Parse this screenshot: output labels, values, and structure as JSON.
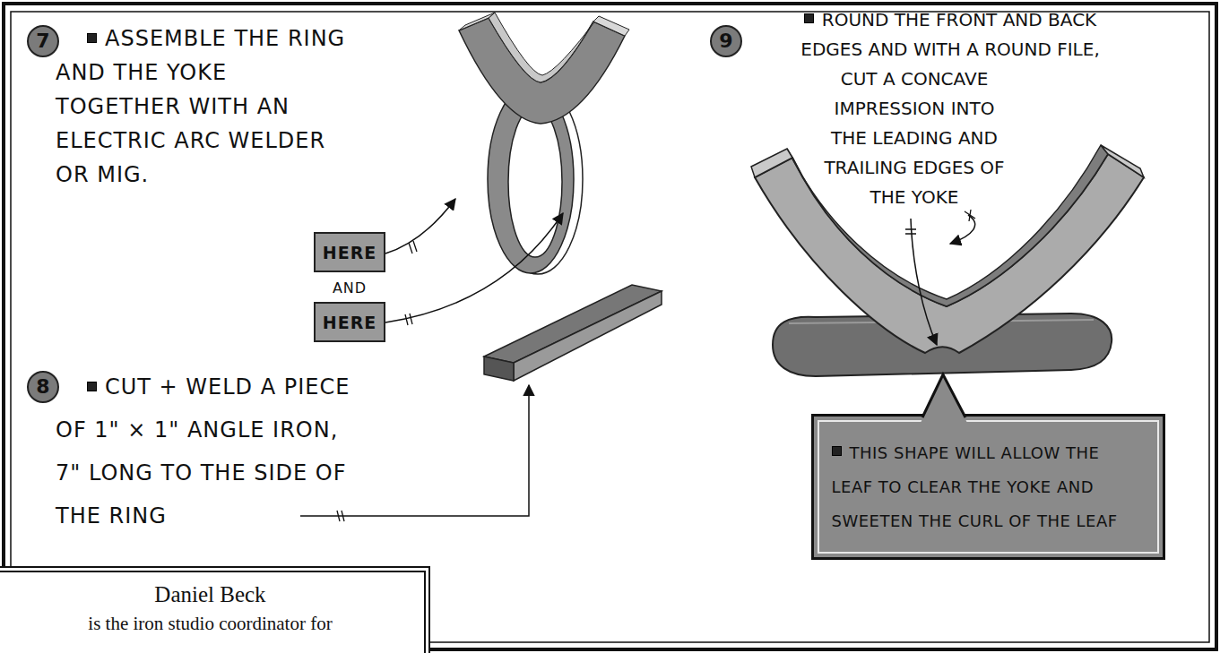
{
  "diagram": {
    "nodes": [
      {
        "text": [
          "7"
        ]
      },
      {
        "text": [
          "HERE"
        ]
      },
      {
        "text": [
          "HERE"
        ]
      },
      {
        "text": [
          "8"
        ]
      },
      {
        "text": [
          "9"
        ]
      },
      {
        "text": [
          "THIS SHAPE WILL ALLOW THE LEAF TO CLEAR THE YOKE AND SWEETEN THE CURL OF THE LEAF"
        ]
      },
      {
        "text": [
          "Daniel Beck",
          "is the iron studio coordinator for"
        ]
      }
    ],
    "labels": [
      "ASSEMBLE THE RING AND THE YOKE TOGETHER WITH AN ELECTRIC ARC WELDER OR MIG.",
      "AND",
      "CUT + WELD A PIECE OF 1\" × 1\" ANGLE IRON, 7\" LONG TO THE SIDE OF THE RING",
      "ROUND THE FRONT AND BACK EDGES AND WITH A ROUND FILE, CUT A CONCAVE IMPRESSION INTO THE LEADING AND TRAILING EDGES OF THE YOKE"
    ]
  }
}
